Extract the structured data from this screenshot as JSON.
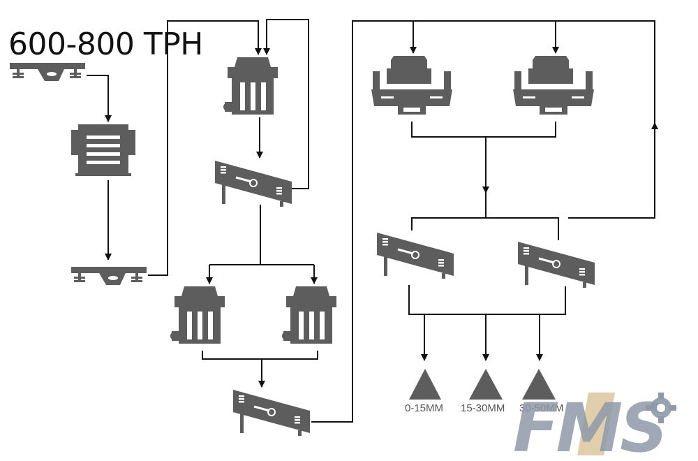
{
  "title": "600-800 TPH",
  "colors": {
    "machine": "#5d5d5d",
    "line": "#111111",
    "pile": "#5d5d5d",
    "label": "#555555",
    "logo": "#8f9aa8",
    "logo_accent": "#c8a56a"
  },
  "equipment": [
    {
      "icon": "vibrating-feeder-icon"
    },
    {
      "icon": "jaw-crusher-icon"
    },
    {
      "icon": "vibrating-feeder-icon"
    },
    {
      "icon": "cone-crusher-icon"
    },
    {
      "icon": "vibrating-screen-icon"
    },
    {
      "icon": "cone-crusher-icon"
    },
    {
      "icon": "cone-crusher-icon"
    },
    {
      "icon": "vibrating-screen-icon"
    },
    {
      "icon": "vsi-sand-maker-icon"
    },
    {
      "icon": "vsi-sand-maker-icon"
    },
    {
      "icon": "vibrating-screen-icon"
    },
    {
      "icon": "vibrating-screen-icon"
    }
  ],
  "products": [
    {
      "label": "0-15MM",
      "icon": "stockpile-icon"
    },
    {
      "label": "15-30MM",
      "icon": "stockpile-icon"
    },
    {
      "label": "30-50MM",
      "icon": "stockpile-icon"
    }
  ],
  "logo": {
    "text": "FMS",
    "icon": "gear-icon"
  }
}
